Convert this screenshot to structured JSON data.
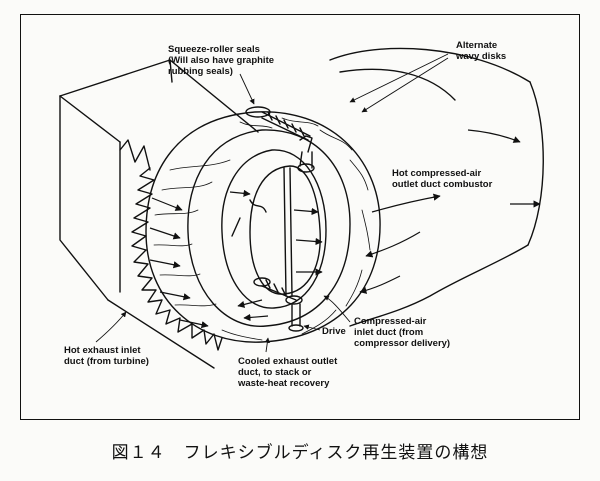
{
  "labels": {
    "seals": [
      "Squeeze-roller seals",
      "(Will also have graphite",
      "rubbing seals)"
    ],
    "disks": [
      "Alternate",
      "wavy disks"
    ],
    "hot_outlet": [
      "Hot compressed-air",
      "outlet duct combustor"
    ],
    "compressed_inlet": [
      "Compressed-air",
      "inlet duct (from",
      "compressor delivery)"
    ],
    "drive": [
      "Drive"
    ],
    "exhaust_inlet": [
      "Hot exhaust inlet",
      "duct (from turbine)"
    ],
    "cooled_outlet": [
      "Cooled exhaust outlet",
      "duct, to stack or",
      "waste-heat recovery"
    ]
  },
  "caption": {
    "figure_number": "図１４",
    "title": "フレキシブルディスク再生装置の構想"
  }
}
